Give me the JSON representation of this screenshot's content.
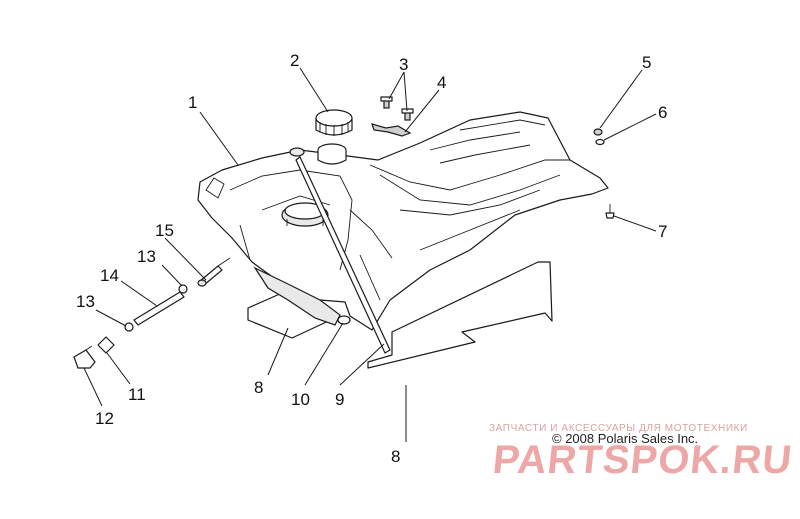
{
  "diagram": {
    "callouts": {
      "c1": "1",
      "c2": "2",
      "c3": "3",
      "c4": "4",
      "c5": "5",
      "c6": "6",
      "c7": "7",
      "c8a": "8",
      "c8b": "8",
      "c9": "9",
      "c10": "10",
      "c11": "11",
      "c12": "12",
      "c13a": "13",
      "c13b": "13",
      "c14": "14",
      "c15": "15"
    },
    "copyright": "© 2008 Polaris Sales Inc."
  },
  "watermark": {
    "tagline": "ЗАПЧАСТИ И АКСЕССУАРЫ ДЛЯ МОТОТЕХНИКИ",
    "logo": "PARTSPOK.RU"
  }
}
